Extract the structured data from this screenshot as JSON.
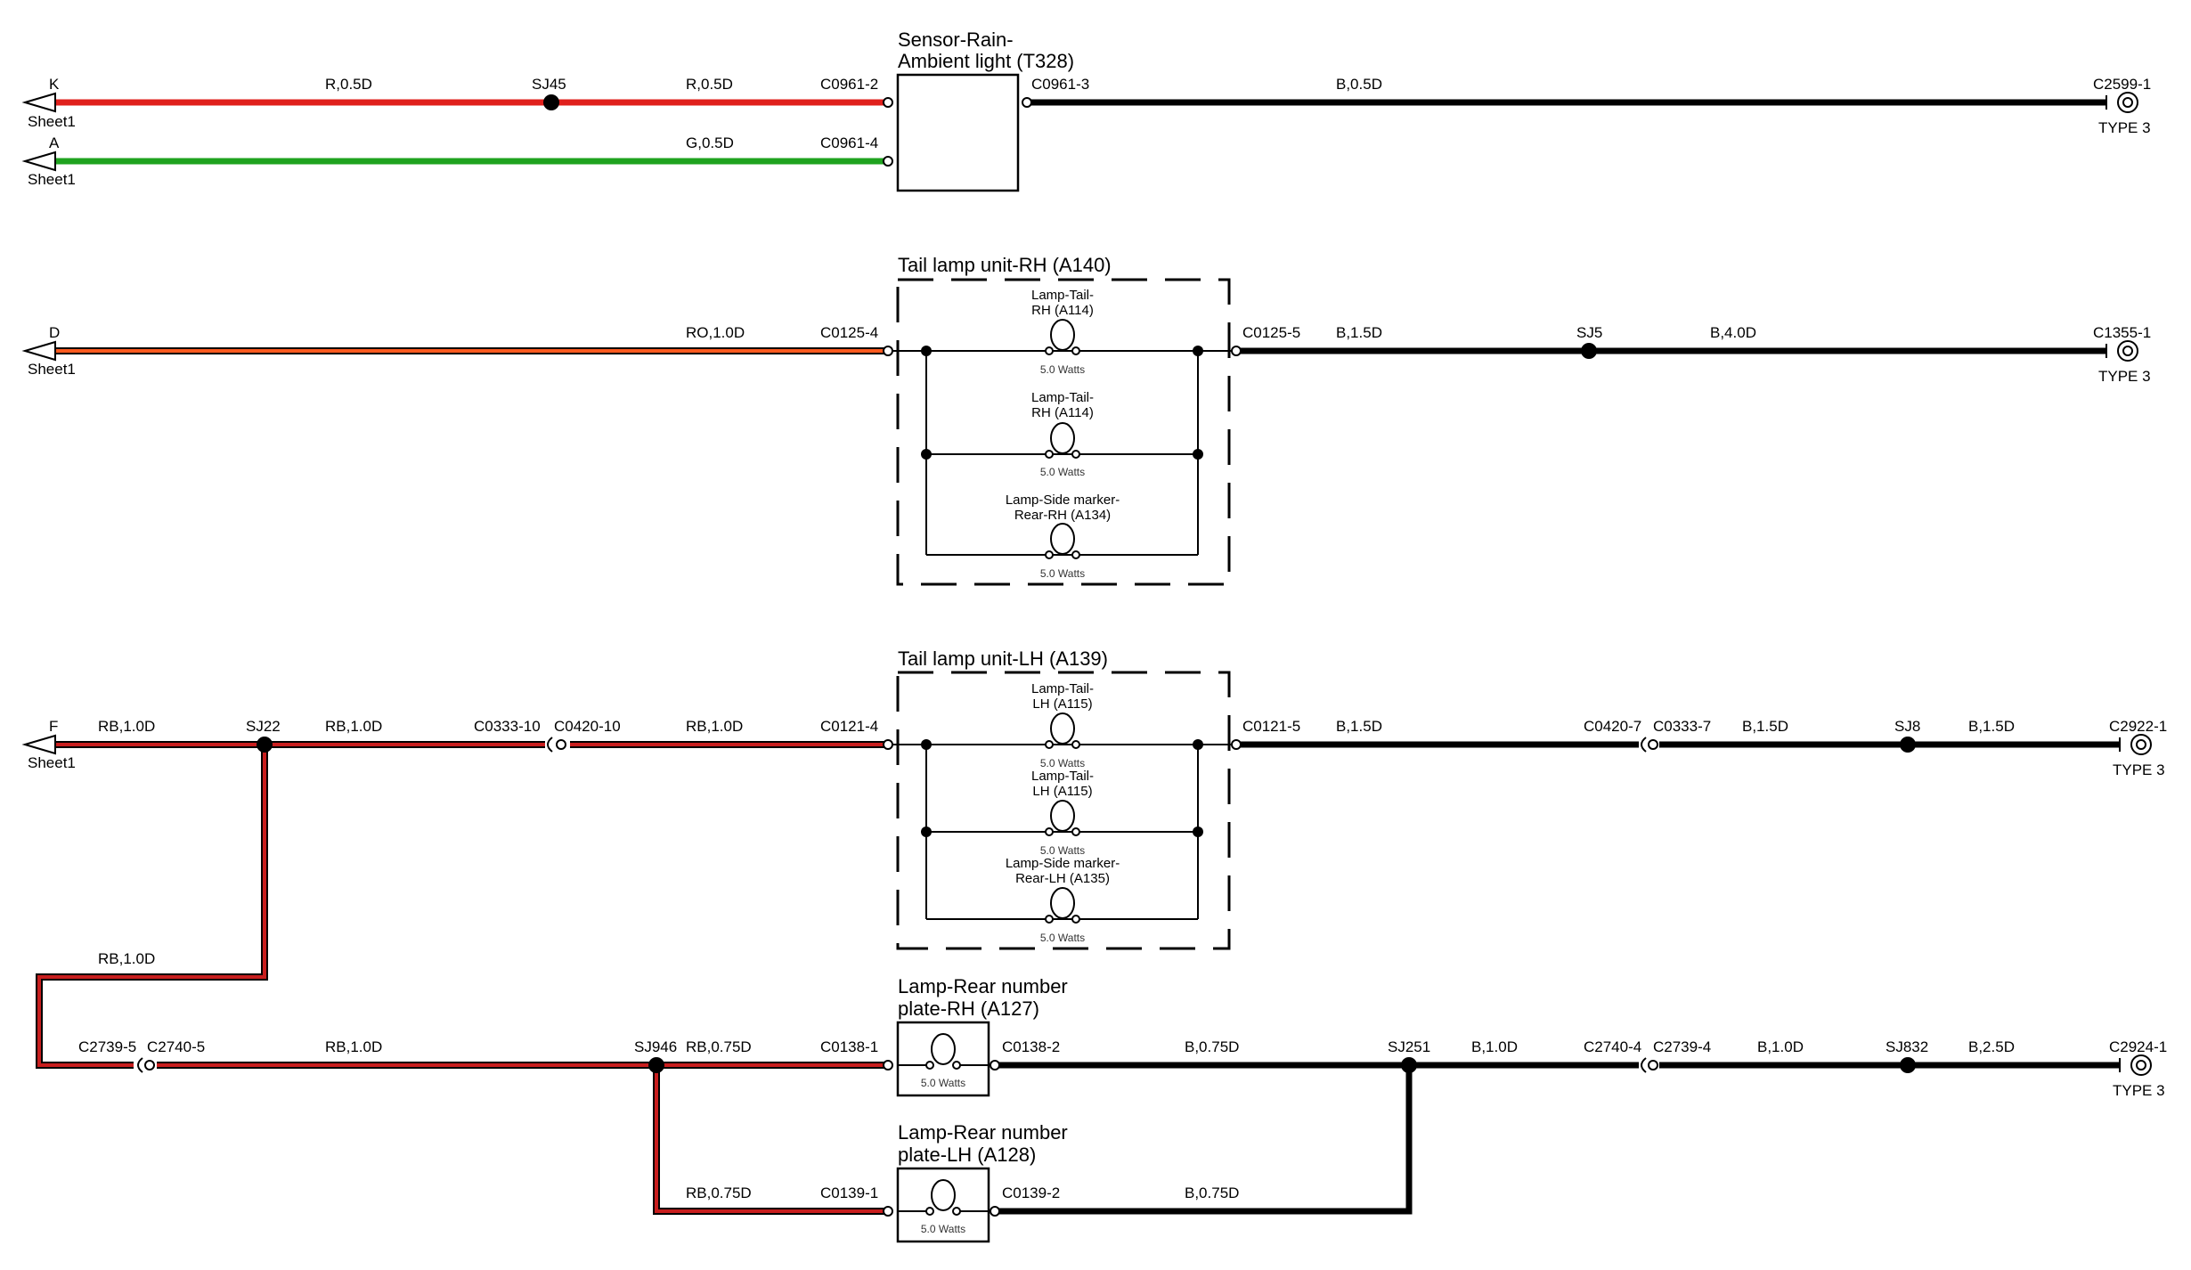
{
  "colors": {
    "red": "#e0201c",
    "green": "#1fa31f",
    "black": "#000000",
    "ro_inner": "#ff5a1f",
    "rb_inner": "#c81e1e"
  },
  "offsheet": {
    "k": {
      "letter": "K",
      "sheet": "Sheet1"
    },
    "a": {
      "letter": "A",
      "sheet": "Sheet1"
    },
    "d": {
      "letter": "D",
      "sheet": "Sheet1"
    },
    "f": {
      "letter": "F",
      "sheet": "Sheet1"
    }
  },
  "sensor": {
    "title_line1": "Sensor-Rain-",
    "title_line2": "Ambient light (T328)",
    "wire_k_1": "R,0.5D",
    "splice_k": "SJ45",
    "wire_k_2": "R,0.5D",
    "pin_k": "C0961-2",
    "wire_a": "G,0.5D",
    "pin_a": "C0961-4",
    "pin_out": "C0961-3",
    "wire_out": "B,0.5D",
    "ground": "C2599-1",
    "ground_type": "TYPE 3"
  },
  "tail_rh": {
    "title": "Tail lamp unit-RH (A140)",
    "wire_in": "RO,1.0D",
    "pin_in": "C0125-4",
    "pin_out": "C0125-5",
    "wire_out_1": "B,1.5D",
    "splice": "SJ5",
    "wire_out_2": "B,4.0D",
    "ground": "C1355-1",
    "ground_type": "TYPE 3",
    "lamp1_l1": "Lamp-Tail-",
    "lamp1_l2": "RH (A114)",
    "lamp1_watts": "5.0 Watts",
    "lamp2_l1": "Lamp-Tail-",
    "lamp2_l2": "RH (A114)",
    "lamp2_watts": "5.0 Watts",
    "lamp3_l1": "Lamp-Side marker-",
    "lamp3_l2": "Rear-RH (A134)",
    "lamp3_watts": "5.0 Watts"
  },
  "tail_lh": {
    "title": "Tail lamp unit-LH (A139)",
    "wire_f_1": "RB,1.0D",
    "splice_f": "SJ22",
    "wire_f_2": "RB,1.0D",
    "conn_left": "C0333-10",
    "conn_right": "C0420-10",
    "wire_f_3": "RB,1.0D",
    "pin_in": "C0121-4",
    "pin_out": "C0121-5",
    "wire_out_1": "B,1.5D",
    "conn2_left": "C0420-7",
    "conn2_right": "C0333-7",
    "wire_out_2": "B,1.5D",
    "splice": "SJ8",
    "wire_out_3": "B,1.5D",
    "ground": "C2922-1",
    "ground_type": "TYPE 3",
    "lamp1_l1": "Lamp-Tail-",
    "lamp1_l2": "LH (A115)",
    "lamp1_watts": "5.0 Watts",
    "lamp2_l1": "Lamp-Tail-",
    "lamp2_l2": "LH (A115)",
    "lamp2_watts": "5.0 Watts",
    "lamp3_l1": "Lamp-Side marker-",
    "lamp3_l2": "Rear-LH (A135)",
    "lamp3_watts": "5.0 Watts"
  },
  "plate_rh": {
    "title_line1": "Lamp-Rear number",
    "title_line2": "plate-RH (A127)",
    "wire_drop": "RB,1.0D",
    "conn_left": "C2739-5",
    "conn_right": "C2740-5",
    "wire_1": "RB,1.0D",
    "splice_in": "SJ946",
    "wire_2": "RB,0.75D",
    "pin_in": "C0138-1",
    "pin_out": "C0138-2",
    "wire_out_1": "B,0.75D",
    "splice_out": "SJ251",
    "wire_out_2": "B,1.0D",
    "conn2_left": "C2740-4",
    "conn2_right": "C2739-4",
    "wire_out_3": "B,1.0D",
    "splice_out2": "SJ832",
    "wire_out_4": "B,2.5D",
    "ground": "C2924-1",
    "ground_type": "TYPE 3",
    "watts": "5.0 Watts"
  },
  "plate_lh": {
    "title_line1": "Lamp-Rear number",
    "title_line2": "plate-LH (A128)",
    "wire_in": "RB,0.75D",
    "pin_in": "C0139-1",
    "pin_out": "C0139-2",
    "wire_out": "B,0.75D",
    "watts": "5.0 Watts"
  }
}
